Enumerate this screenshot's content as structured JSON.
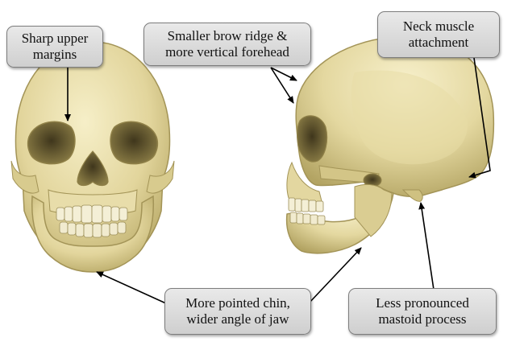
{
  "labels": {
    "sharp_margins": [
      "Sharp upper",
      "margins"
    ],
    "brow_ridge": [
      "Smaller brow ridge &",
      "more vertical forehead"
    ],
    "neck_muscle": [
      "Neck muscle",
      "attachment"
    ],
    "pointed_chin": [
      "More pointed chin,",
      "wider angle of jaw"
    ],
    "mastoid": [
      "Less pronounced",
      "mastoid process"
    ]
  },
  "colors": {
    "bone_light": "#efe6b6",
    "bone_mid": "#d8cb8e",
    "bone_dark": "#a8995a",
    "cavity": "#5e5230",
    "label_bg": "#dcdcdc",
    "arrow": "#000000"
  }
}
